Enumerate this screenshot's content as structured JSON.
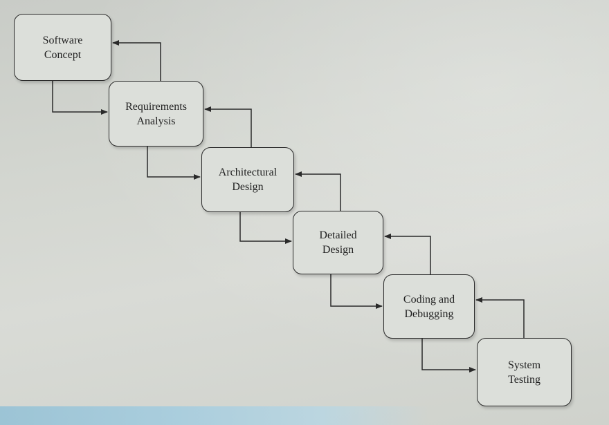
{
  "diagram": {
    "stages": [
      {
        "label": "Software\nConcept"
      },
      {
        "label": "Requirements\nAnalysis"
      },
      {
        "label": "Architectural\nDesign"
      },
      {
        "label": "Detailed\nDesign"
      },
      {
        "label": "Coding and\nDebugging"
      },
      {
        "label": "System\nTesting"
      }
    ],
    "line_color": "#2a2a2a"
  }
}
